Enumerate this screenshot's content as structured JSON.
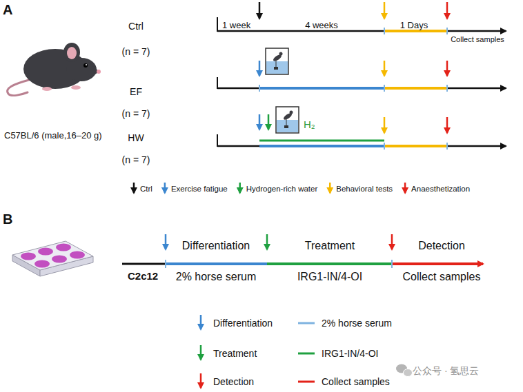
{
  "diagram": {
    "labels": [
      "A",
      "Ctrl",
      "(n = 7)",
      "1 week",
      "4 weeks",
      "1 Days",
      "Collect samples",
      "C57BL/6 (male,16–20 g)",
      "EF",
      "(n = 7)",
      "HW",
      "(n = 7)",
      "H₂",
      "B",
      "C2c12",
      "Differentiation",
      "Treatment",
      "Detection",
      "2% horse serum",
      "IRG1-IN/4-OI",
      "Collect samples",
      "公众号 · 氢思云"
    ],
    "legend": [
      {
        "text": "Ctrl"
      },
      {
        "text": "Exercise fatigue"
      },
      {
        "text": "Hydrogen-rich water"
      },
      {
        "text": "Behavioral tests"
      },
      {
        "text": "Anaesthetization"
      },
      {
        "text": "Differentiation"
      },
      {
        "text": "2% horse serum"
      },
      {
        "text": "Treatment"
      },
      {
        "text": "IRG1-IN/4-OI"
      },
      {
        "text": "Detection"
      },
      {
        "text": "Collect samples"
      }
    ]
  }
}
